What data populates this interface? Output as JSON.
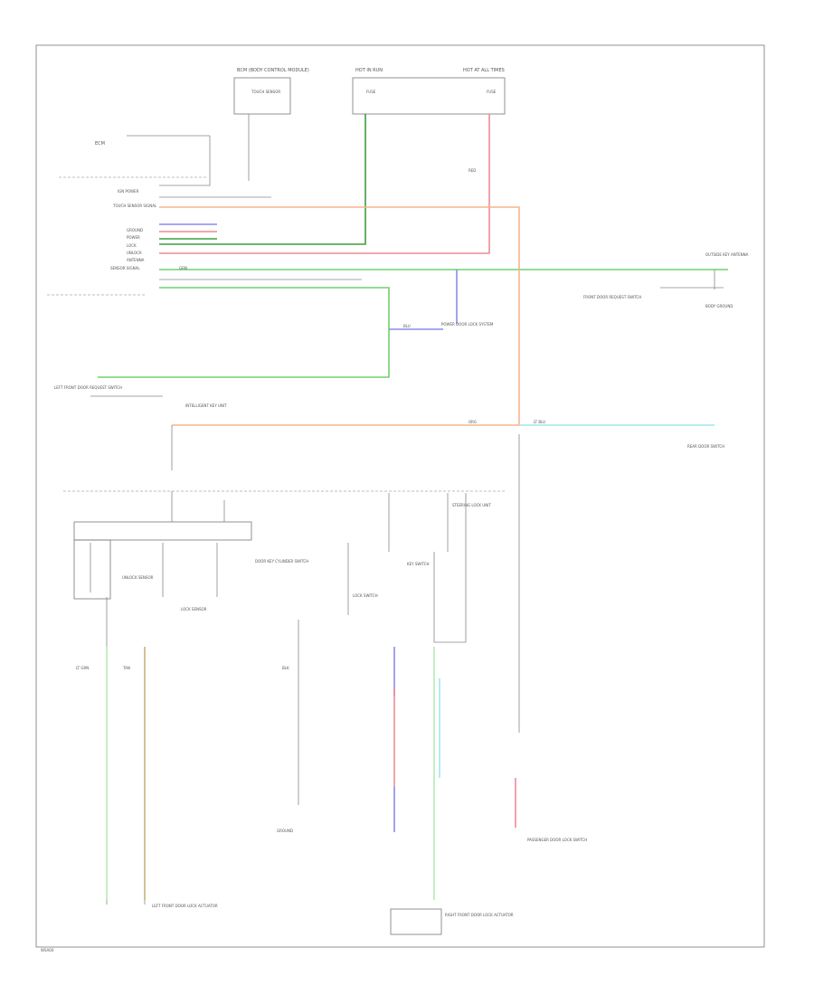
{
  "diagram": {
    "figure_id": "WSA00",
    "colors": {
      "green": "#6fd26f",
      "orange": "#f5b58a",
      "red": "#f08a95",
      "blue": "#8a8af0",
      "cyan": "#9ee8ee",
      "tan": "#c9b27a",
      "light_green": "#b6eab2",
      "dark_green": "#3e9e3e",
      "frame": "#888888"
    },
    "top_modules": {
      "left_title": "BCM (BODY CONTROL MODULE)",
      "left_sub": "TOUCH SENSOR",
      "center_title": "HOT IN RUN",
      "center_sub": "FUSE",
      "right_title": "HOT AT ALL TIMES",
      "right_sub": "FUSE"
    },
    "ecm_block": {
      "title": "ECM",
      "pins": [
        "IGN POWER",
        "TOUCH SENSOR SIGNAL",
        "GROUND",
        "POWER",
        "LOCK",
        "UNLOCK",
        "ANTENNA",
        "SENSOR SIGNAL"
      ]
    },
    "right_labels": {
      "outside_key": "OUTSIDE KEY ANTENNA",
      "front_door": "FRONT DOOR REQUEST SWITCH",
      "rear_door": "REAR DOOR SWITCH",
      "body_ground": "BODY GROUND"
    },
    "center_labels": {
      "power_door": "POWER DOOR LOCK SYSTEM",
      "left_door_req": "LEFT FRONT DOOR REQUEST SWITCH",
      "intelligent_key": "INTELLIGENT KEY UNIT",
      "steering": "STEERING LOCK UNIT"
    },
    "lower_labels": {
      "unlock_sensor": "UNLOCK SENSOR",
      "lock_sensor": "LOCK SENSOR",
      "door_key_cyl": "DOOR KEY CYLINDER SWITCH",
      "lock_switch": "LOCK SWITCH",
      "left_front_actuator": "LEFT FRONT DOOR LOCK ACTUATOR",
      "right_front_actuator": "RIGHT FRONT DOOR LOCK ACTUATOR",
      "passenger_switch": "PASSENGER DOOR LOCK SWITCH",
      "ground_label": "GROUND",
      "key_switch": "KEY SWITCH"
    },
    "wire_colors": {
      "grn": "GRN",
      "org": "ORG",
      "red": "RED",
      "blu": "BLU",
      "lt_blu": "LT BLU",
      "tan": "TAN",
      "lt_grn": "LT GRN",
      "blk": "BLK"
    }
  }
}
